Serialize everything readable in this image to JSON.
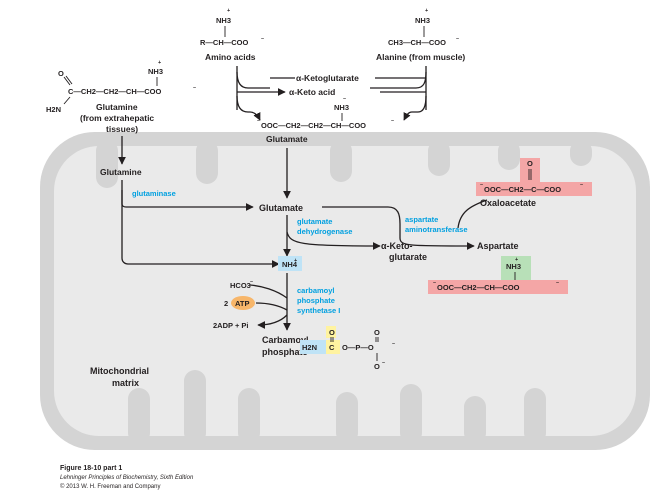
{
  "sources": {
    "amino_acids": {
      "nh3": "NH3",
      "plus": "+",
      "formula": "R—CH—COO",
      "minus": "–",
      "label": "Amino acids"
    },
    "alanine": {
      "nh3": "NH3",
      "plus": "+",
      "formula": "CH3—CH—COO",
      "minus": "–",
      "label": "Alanine (from muscle)"
    },
    "glutamine_ext": {
      "nh3": "NH3",
      "plus": "+",
      "o": "O",
      "h2n": "H2N",
      "formula": "C—CH2—CH2—CH—COO",
      "minus": "–",
      "label_line1": "Glutamine",
      "label_line2": "(from extrahepatic",
      "label_line3": "tissues)"
    }
  },
  "transamination": {
    "ketoglutarate": "α-Ketoglutarate",
    "keto_acid": "α-Keto acid",
    "glutamate_nh3": "NH3",
    "glutamate_formula": "OOC—CH2—CH2—CH—COO",
    "glutamate_label": "Glutamate"
  },
  "matrix": {
    "glutamine": "Glutamine",
    "glutaminase": "glutaminase",
    "glutamate": "Glutamate",
    "glutamate_dehydrogenase_1": "glutamate",
    "glutamate_dehydrogenase_2": "dehydrogenase",
    "aspartate_aminotransferase_1": "aspartate",
    "aspartate_aminotransferase_2": "aminotransferase",
    "ketoglutarate_1": "α-Keto-",
    "ketoglutarate_2": "glutarate",
    "aspartate": "Aspartate",
    "oxaloacetate": "Oxaloacetate",
    "oxaloacetate_formula": "OOC—CH2—C—COO",
    "oxaloacetate_o": "O",
    "aspartate_nh3": "NH3",
    "aspartate_formula": "OOC—CH2—CH—COO",
    "nh4": "NH4",
    "hco3": "HCO3",
    "two": "2",
    "atp": "ATP",
    "adp_pi": "2ADP + Pi",
    "cps_1": "carbamoyl",
    "cps_2": "phosphate",
    "cps_3": "synthetase I",
    "carbamoyl_1": "Carbamoyl",
    "carbamoyl_2": "phosphate",
    "carbamoyl_formula_h2n": "H2N",
    "carbamoyl_formula_c": "C",
    "carbamoyl_formula_rest": "O—P—O",
    "o": "O",
    "minus": "–",
    "compartment_1": "Mitochondrial",
    "compartment_2": "matrix"
  },
  "caption": {
    "title": "Figure 18-10 part 1",
    "book": "Lehninger Principles of Biochemistry, Sixth Edition",
    "copyright": "© 2013 W. H. Freeman and Company"
  },
  "colors": {
    "mito_outer": "#d6d6d6",
    "mito_inner": "#e8e8e8",
    "enzyme_blue": "#00a0e0",
    "pink_box": "#f4a6a6",
    "green_box": "#b8e0b8",
    "blue_box": "#bfe3f6",
    "orange_atp": "#f7b66a",
    "yellow_c": "#fff3a0"
  }
}
